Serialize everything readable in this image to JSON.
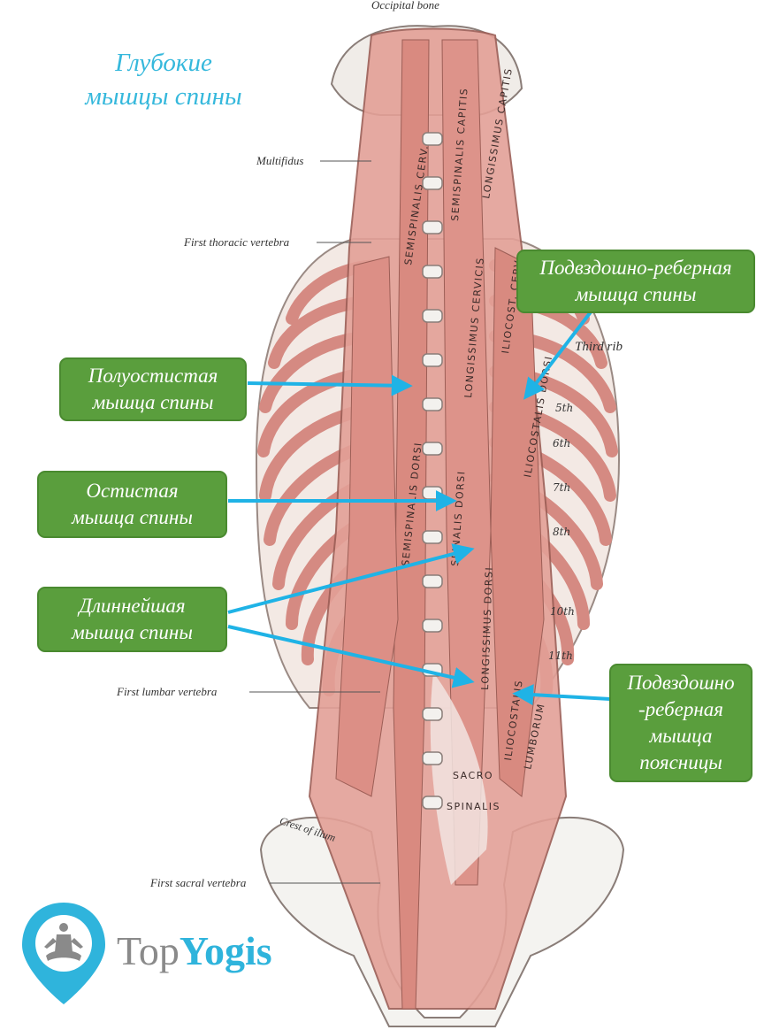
{
  "title": {
    "line1": "Глубокие",
    "line2": "мышцы спины"
  },
  "labels": {
    "iliocostalis_dorsi": {
      "line1": "Подвздошно-реберная",
      "line2": "мышца спины"
    },
    "semispinalis": {
      "line1": "Полуостистая",
      "line2": "мышца спины"
    },
    "spinalis": {
      "line1": "Остистая",
      "line2": "мышца спины"
    },
    "longissimus": {
      "line1": "Длиннейшая",
      "line2": "мышца спины"
    },
    "iliocostalis_lumborum": {
      "line1": "Подвздошно",
      "line2": "-реберная",
      "line3": "мышца",
      "line4": "поясницы"
    }
  },
  "annotations": {
    "occipital": "Occipital bone",
    "multifidus": "Multifidus",
    "first_thoracic": "First thoracic vertebra",
    "third_rib": "Third rib",
    "first_lumbar": "First lumbar vertebra",
    "first_sacral": "First sacral vertebra",
    "crest": "Crest of ilium"
  },
  "muscle_text": {
    "semispinalis_capitis": "SEMISPINALIS CAPITIS",
    "longissimus_capitis": "LONGISSIMUS CAPITIS",
    "semispinalis_cerv": "SEMISPINALIS CERV.",
    "longissimus_cervicis": "LONGISSIMUS CERVICIS",
    "iliocost_cerv": "ILIOCOST. CERV.",
    "semispinalis_dorsi": "SEMISPINALIS DORSI",
    "spinalis_dorsi": "SPINALIS DORSI",
    "longissimus_dorsi": "LONGISSIMUS DORSI",
    "iliocostalis_dorsi": "ILIOCOSTALIS DORSI",
    "iliocostalis": "ILIOCOSTALIS",
    "lumborum": "LUMBORUM",
    "sacro": "SACRO",
    "spinalis": "SPINALIS",
    "rib_5": "5th",
    "rib_6": "6th",
    "rib_7": "7th",
    "rib_8": "8th",
    "rib_10": "10th",
    "rib_11": "11th"
  },
  "logo": {
    "part1": "Top",
    "part2": "Yogis"
  },
  "colors": {
    "title": "#35b8dc",
    "label_fill": "#5a9e3d",
    "arrow": "#1fb3e6",
    "muscle": "#e49b93",
    "bone": "#f2f2f0",
    "logo_gray": "#8a8a8a",
    "logo_blue": "#2fb4dc"
  },
  "icons": [
    "location-pin-icon",
    "yoga-figure-icon"
  ]
}
